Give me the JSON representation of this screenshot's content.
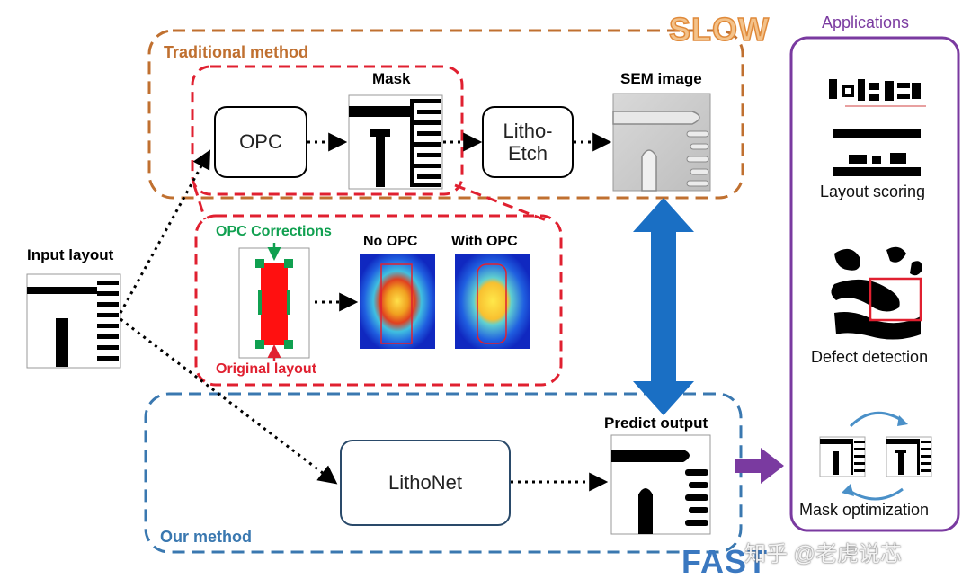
{
  "traditional": {
    "label": "Traditional method",
    "slow": "SLOW",
    "opc": "OPC",
    "mask": "Mask",
    "litho_etch_line1": "Litho-",
    "litho_etch_line2": "Etch",
    "sem": "SEM image"
  },
  "opc_detail": {
    "corrections": "OPC Corrections",
    "original": "Original layout",
    "no_opc": "No OPC",
    "with_opc": "With OPC"
  },
  "input_layout": "Input layout",
  "ours": {
    "label": "Our method",
    "fast": "FAST",
    "lithonet": "LithoNet",
    "predict": "Predict output"
  },
  "applications": {
    "title": "Applications",
    "layout_scoring": "Layout scoring",
    "defect_detection": "Defect detection",
    "mask_optimization": "Mask optimization"
  },
  "watermark": "知乎 @老虎说芯",
  "colors": {
    "traditional": "#c07030",
    "opc_detail": "#e02030",
    "ours": "#3a78b0",
    "applications": "#7a3aa0",
    "opc_green": "#10a050",
    "double_arrow": "#1a6fc4",
    "fast_text": "#3a78c0"
  }
}
